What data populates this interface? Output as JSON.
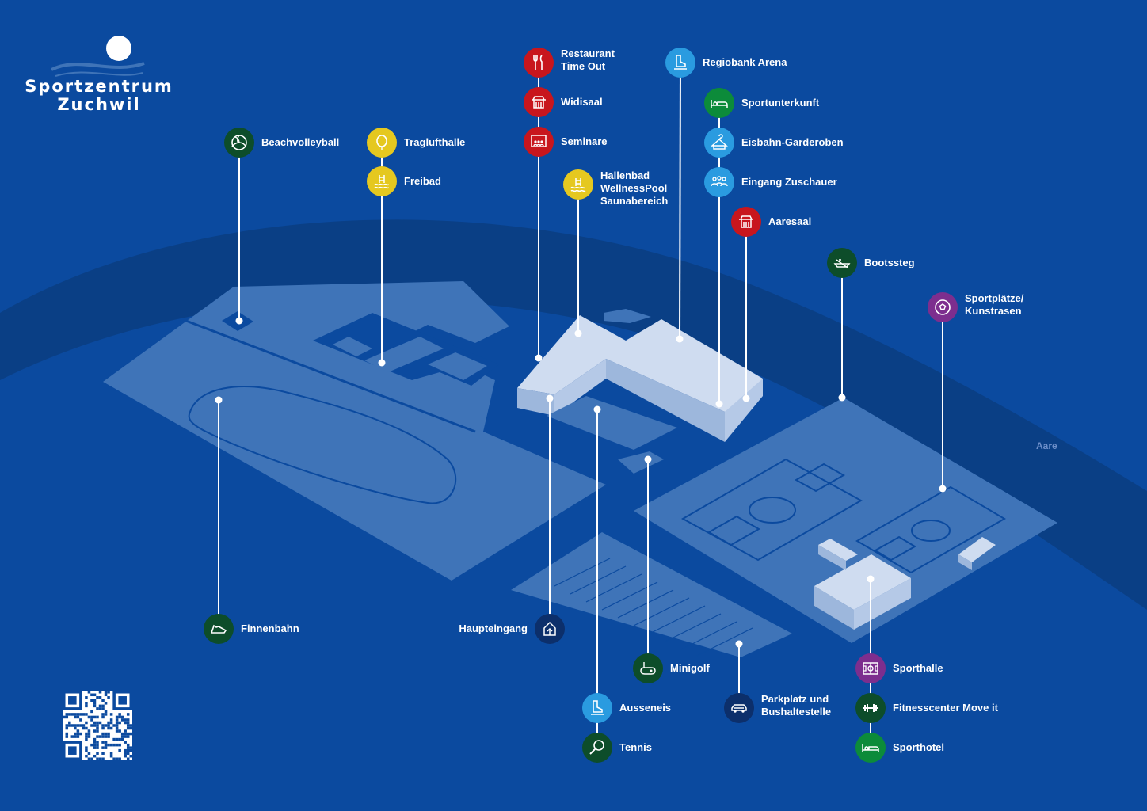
{
  "logo": {
    "line1": "Sportzentrum",
    "line2": "Zuchwil"
  },
  "river_label": "Aare",
  "colors": {
    "background": "#0b4a9f",
    "river": "#0a3f85",
    "land": "#3f74b8",
    "building": "#cfdcf0",
    "red": "#c8161d",
    "yellow": "#e5c81f",
    "lightblue": "#2a9be0",
    "green": "#0c8b3a",
    "darkgreen": "#0d4d2a",
    "purple": "#7d2e8e",
    "navy": "#0c2f6b"
  },
  "pois": [
    {
      "id": "restaurant",
      "label": [
        "Restaurant",
        "Time Out"
      ],
      "color": "red",
      "icon": "cutlery-icon"
    },
    {
      "id": "widisaal",
      "label": [
        "Widisaal"
      ],
      "color": "red",
      "icon": "hall-icon"
    },
    {
      "id": "seminare",
      "label": [
        "Seminare"
      ],
      "color": "red",
      "icon": "seminar-icon"
    },
    {
      "id": "regiobank-arena",
      "label": [
        "Regiobank Arena"
      ],
      "color": "lightblue",
      "icon": "skate-icon"
    },
    {
      "id": "sportunterkunft",
      "label": [
        "Sportunterkunft"
      ],
      "color": "green",
      "icon": "bed-icon"
    },
    {
      "id": "eisbahn-garderoben",
      "label": [
        "Eisbahn-Garderoben"
      ],
      "color": "lightblue",
      "icon": "hanger-icon"
    },
    {
      "id": "eingang-zuschauer",
      "label": [
        "Eingang Zuschauer"
      ],
      "color": "lightblue",
      "icon": "people-icon"
    },
    {
      "id": "aaresaal",
      "label": [
        "Aaresaal"
      ],
      "color": "red",
      "icon": "hall-icon"
    },
    {
      "id": "beachvolleyball",
      "label": [
        "Beachvolleyball"
      ],
      "color": "darkgreen",
      "icon": "volleyball-icon"
    },
    {
      "id": "traglufthalle",
      "label": [
        "Traglufthalle"
      ],
      "color": "yellow",
      "icon": "balloon-icon"
    },
    {
      "id": "freibad",
      "label": [
        "Freibad"
      ],
      "color": "yellow",
      "icon": "pool-icon"
    },
    {
      "id": "hallenbad",
      "label": [
        "Hallenbad",
        "WellnessPool",
        "Saunabereich"
      ],
      "color": "yellow",
      "icon": "pool-icon"
    },
    {
      "id": "bootssteg",
      "label": [
        "Bootssteg"
      ],
      "color": "darkgreen",
      "icon": "boat-icon"
    },
    {
      "id": "sportplaetze",
      "label": [
        "Sportplätze/",
        "Kunstrasen"
      ],
      "color": "purple",
      "icon": "football-icon"
    },
    {
      "id": "finnenbahn",
      "label": [
        "Finnenbahn"
      ],
      "color": "darkgreen",
      "icon": "shoe-icon"
    },
    {
      "id": "haupteingang",
      "label": [
        "Haupteingang"
      ],
      "color": "navy",
      "icon": "entrance-icon"
    },
    {
      "id": "minigolf",
      "label": [
        "Minigolf"
      ],
      "color": "darkgreen",
      "icon": "minigolf-icon"
    },
    {
      "id": "ausseneis",
      "label": [
        "Ausseneis"
      ],
      "color": "lightblue",
      "icon": "skate-icon"
    },
    {
      "id": "tennis",
      "label": [
        "Tennis"
      ],
      "color": "darkgreen",
      "icon": "tennis-icon"
    },
    {
      "id": "parkplatz",
      "label": [
        "Parkplatz und",
        "Bushaltestelle"
      ],
      "color": "navy",
      "icon": "car-icon"
    },
    {
      "id": "sporthalle",
      "label": [
        "Sporthalle"
      ],
      "color": "purple",
      "icon": "gym-hall-icon"
    },
    {
      "id": "fitnesscenter",
      "label": [
        "Fitnesscenter Move it"
      ],
      "color": "darkgreen",
      "icon": "dumbbell-icon"
    },
    {
      "id": "sporthotel",
      "label": [
        "Sporthotel"
      ],
      "color": "green",
      "icon": "bed-icon"
    }
  ]
}
